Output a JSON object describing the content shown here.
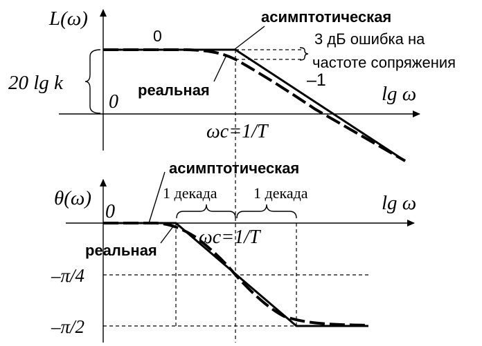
{
  "top": {
    "ylabel": "L(ω)",
    "xlabel": "lg ω",
    "origin": "0",
    "gain_level": "20 lg k",
    "slope_zero": "0",
    "slope_minus_one": "–1",
    "asymptotic_label": "асимптотическая",
    "real_label": "реальная",
    "error_note_line1": "3 дБ ошибка на",
    "error_note_line2": "частоте сопряжения",
    "corner_freq": "ωc=1/T"
  },
  "bottom": {
    "ylabel": "θ(ω)",
    "xlabel": "lg ω",
    "origin": "0",
    "asymptotic_label": "асимптотическая",
    "real_label": "реальная",
    "decade_left": "1 декада",
    "decade_right": "1 декада",
    "corner_freq": "ωc=1/T",
    "tick_minus_pi_4": "–π/4",
    "tick_minus_pi_2": "–π/2"
  }
}
